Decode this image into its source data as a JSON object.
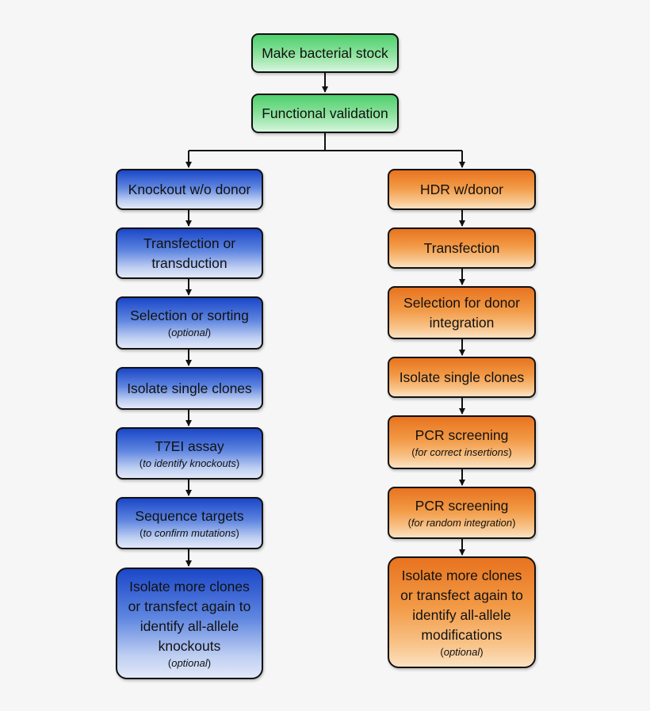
{
  "top": {
    "stock": "Make bacterial stock",
    "validation": "Functional validation"
  },
  "left": {
    "knockout": "Knockout w/o donor",
    "transfection": "Transfection or\ntransduction",
    "selection": "Selection or sorting",
    "selection_note": "optional",
    "isolate": "Isolate single clones",
    "t7ei": "T7EI assay",
    "t7ei_note": "to identify knockouts",
    "sequence": "Sequence targets",
    "sequence_note": "to confirm mutations",
    "more_clones": "Isolate more clones\nor transfect again to\nidentify all-allele\nknockouts",
    "more_clones_note": "optional"
  },
  "right": {
    "hdr": "HDR w/donor",
    "transfection": "Transfection",
    "selection": "Selection for donor\nintegration",
    "isolate": "Isolate single clones",
    "pcr1": "PCR screening",
    "pcr1_note": "for correct insertions",
    "pcr2": "PCR screening",
    "pcr2_note": "for random integration",
    "more_clones": "Isolate more clones\nor transfect again to\nidentify all-allele\nmodifications",
    "more_clones_note": "optional"
  },
  "colors": {
    "green": "#4fcf6d",
    "blue": "#1b47c8",
    "orange": "#e8731f",
    "line": "#111111"
  }
}
